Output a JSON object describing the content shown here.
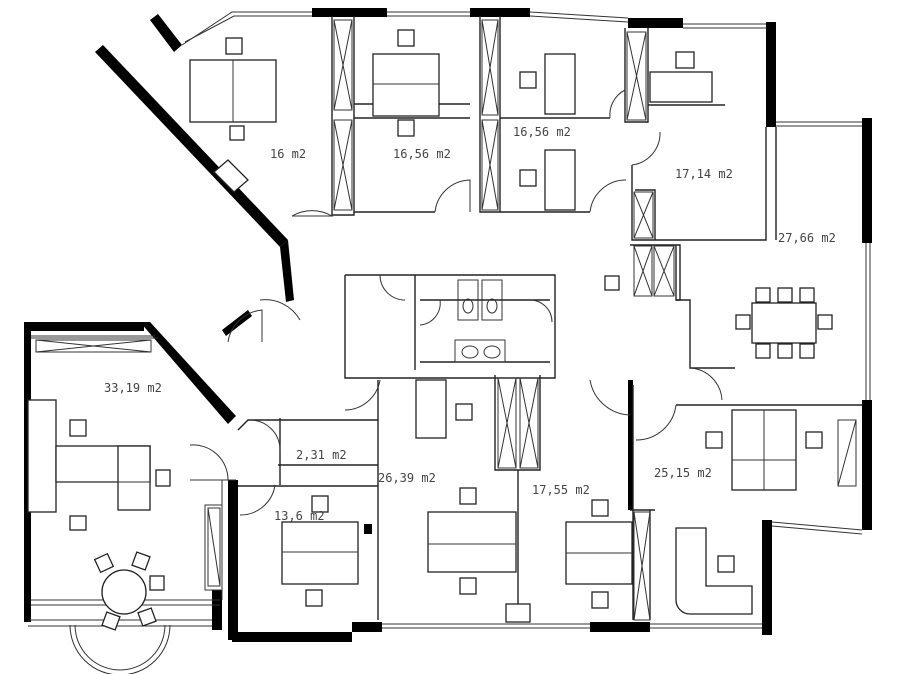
{
  "plan": {
    "areas": [
      {
        "id": "office-nw",
        "label": "16 m2"
      },
      {
        "id": "office-n2",
        "label": "16,56 m2"
      },
      {
        "id": "office-n3",
        "label": "16,56 m2"
      },
      {
        "id": "office-ne",
        "label": "17,14 m2"
      },
      {
        "id": "meeting",
        "label": "27,66 m2"
      },
      {
        "id": "big-office-w",
        "label": "33,19 m2"
      },
      {
        "id": "storage",
        "label": "2,31 m2"
      },
      {
        "id": "office-sw",
        "label": "13,6 m2"
      },
      {
        "id": "office-s",
        "label": "26,39 m2"
      },
      {
        "id": "office-s2",
        "label": "17,55 m2"
      },
      {
        "id": "office-se",
        "label": "25,15 m2"
      }
    ]
  }
}
